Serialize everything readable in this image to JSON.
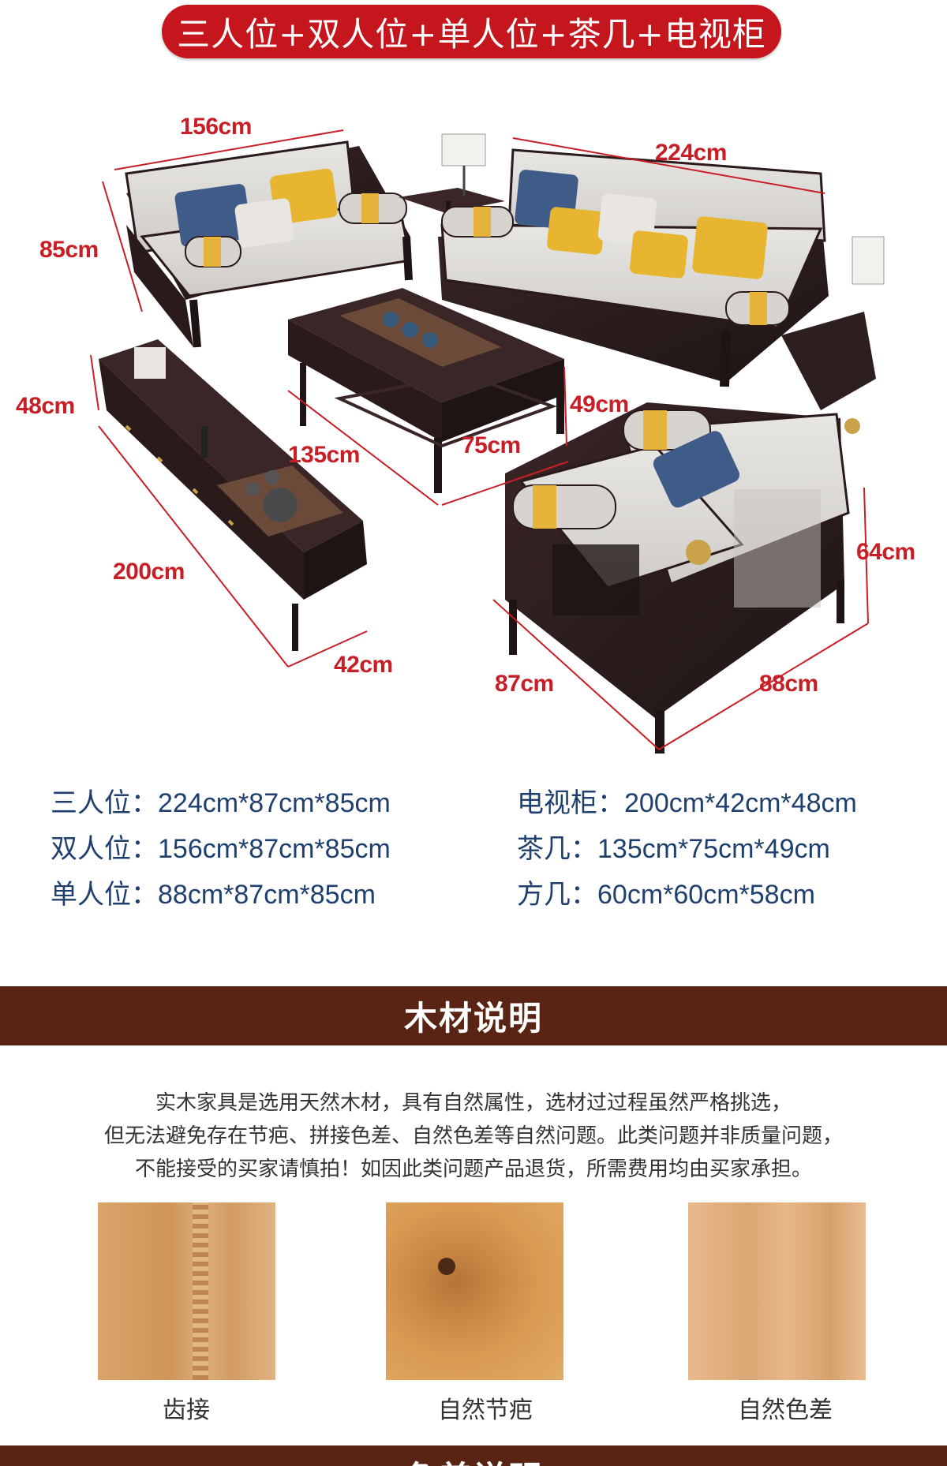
{
  "banner": {
    "title": "三人位+双人位+单人位+茶几+电视柜"
  },
  "dimensions": {
    "loveseat_width": "156cm",
    "sofa_width": "224cm",
    "sofa_height": "85cm",
    "tv_height": "48cm",
    "table_length": "135cm",
    "table_height": "49cm",
    "table_depth": "75cm",
    "chair_height": "64cm",
    "tv_length": "200cm",
    "tv_depth": "42cm",
    "chair_depth": "87cm",
    "chair_width": "88cm"
  },
  "specs": {
    "left": [
      {
        "name": "三人位",
        "sep": "：",
        "value": "224cm*87cm*85cm"
      },
      {
        "name": "双人位",
        "sep": "：",
        "value": "156cm*87cm*85cm"
      },
      {
        "name": "单人位",
        "sep": "：",
        "value": "88cm*87cm*85cm"
      }
    ],
    "right": [
      {
        "name": "电视柜",
        "sep": "：",
        "value": "200cm*42cm*48cm"
      },
      {
        "name": "茶几",
        "sep": "：",
        "value": "135cm*75cm*49cm"
      },
      {
        "name": "方几",
        "sep": "：",
        "value": "60cm*60cm*58cm"
      }
    ]
  },
  "wood_section": {
    "title": "木材说明",
    "lines": [
      "实木家具是选用天然木材，具有自然属性，选材过过程虽然严格挑选，",
      "但无法避免存在节疤、拼接色差、自然色差等自然问题。此类问题并非质量问题，",
      "不能接受的买家请慎拍！如因此类问题产品退货，所需费用均由买家承担。"
    ],
    "samples": [
      {
        "label": "齿接"
      },
      {
        "label": "自然节疤"
      },
      {
        "label": "自然色差"
      }
    ]
  },
  "next_section": {
    "title": "色差说明"
  },
  "colors": {
    "banner_red": "#c4161c",
    "dimension_red": "#c81e26",
    "spec_blue": "#1f3f6e",
    "section_brown": "#5a2414"
  }
}
